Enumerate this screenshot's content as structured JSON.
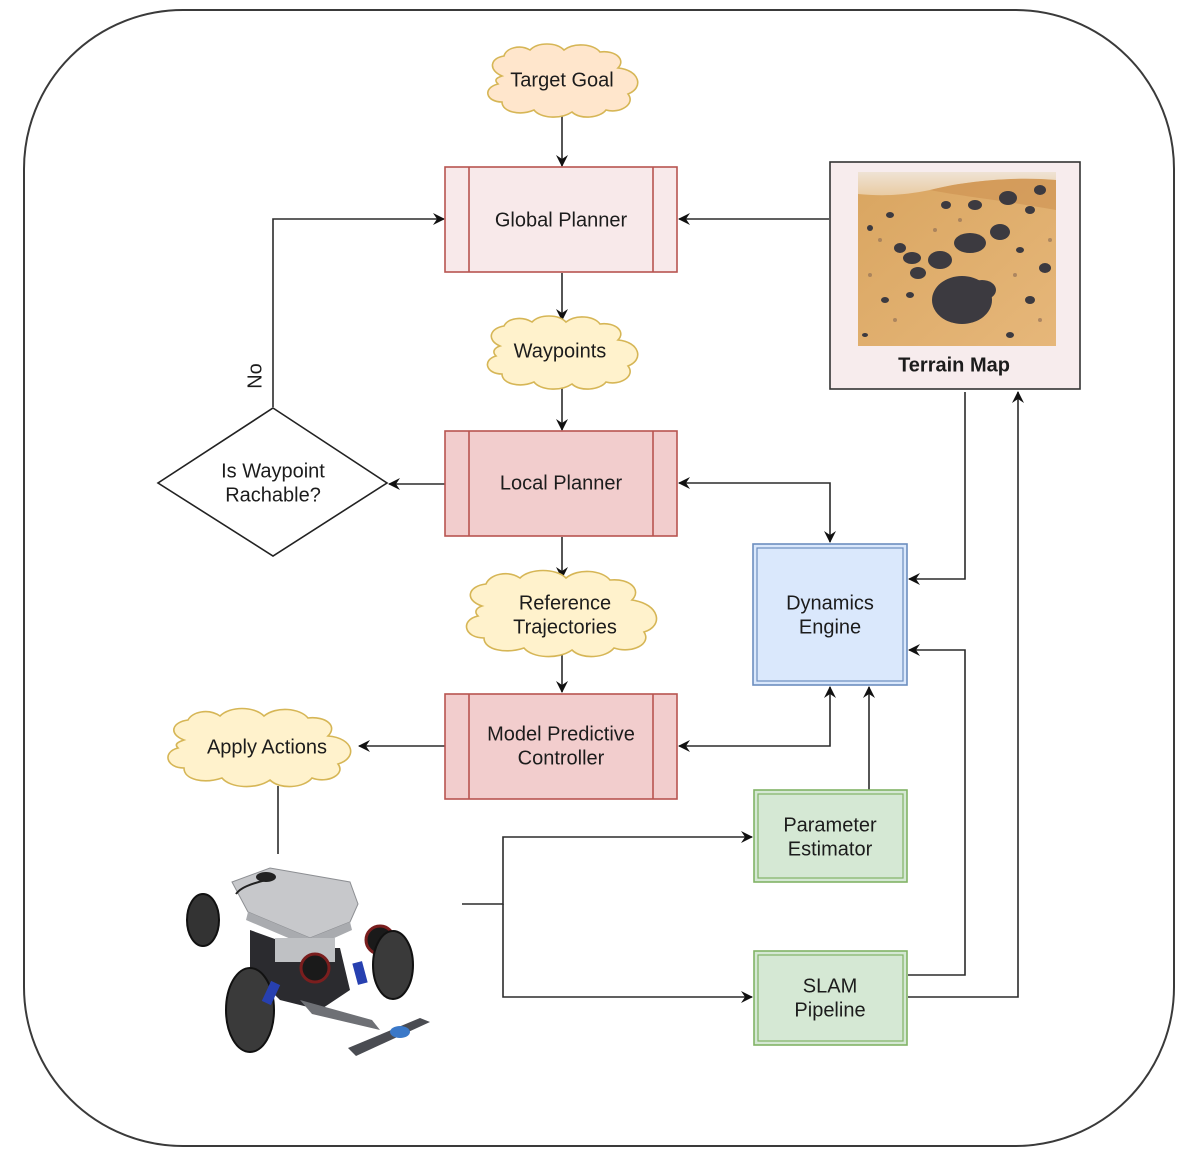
{
  "diagram": {
    "nodes": {
      "target_goal": {
        "label": "Target Goal",
        "shape": "cloud"
      },
      "global_planner": {
        "label": "Global Planner",
        "shape": "process"
      },
      "waypoints": {
        "label": "Waypoints",
        "shape": "cloud"
      },
      "local_planner": {
        "label": "Local Planner",
        "shape": "process"
      },
      "decision": {
        "lines": [
          "Is Waypoint",
          "Rachable?"
        ],
        "shape": "diamond"
      },
      "reference_trajectories": {
        "lines": [
          "Reference",
          "Trajectories"
        ],
        "shape": "cloud"
      },
      "mpc": {
        "lines": [
          "Model Predictive",
          "Controller"
        ],
        "shape": "process"
      },
      "apply_actions": {
        "label": "Apply Actions",
        "shape": "cloud"
      },
      "terrain_map": {
        "label": "Terrain Map",
        "shape": "image-box",
        "image": "martian-terrain-photo"
      },
      "dynamics_engine": {
        "lines": [
          "Dynamics",
          "Engine"
        ],
        "shape": "double-box"
      },
      "parameter_estimator": {
        "lines": [
          "Parameter",
          "Estimator"
        ],
        "shape": "double-box"
      },
      "slam_pipeline": {
        "lines": [
          "SLAM",
          "Pipeline"
        ],
        "shape": "double-box"
      },
      "robot": {
        "image": "rc-car-robot-photo"
      }
    },
    "edge_labels": {
      "no": "No"
    },
    "edges": [
      {
        "from": "Target Goal",
        "to": "Global Planner"
      },
      {
        "from": "Terrain Map",
        "to": "Global Planner"
      },
      {
        "from": "Global Planner",
        "to": "Waypoints"
      },
      {
        "from": "Waypoints",
        "to": "Local Planner"
      },
      {
        "from": "Local Planner",
        "to": "Is Waypoint Rachable?"
      },
      {
        "from": "Is Waypoint Rachable?",
        "to": "Global Planner",
        "label": "No"
      },
      {
        "from": "Local Planner",
        "to": "Dynamics Engine",
        "bidirectional": true
      },
      {
        "from": "Local Planner",
        "to": "Reference Trajectories"
      },
      {
        "from": "Reference Trajectories",
        "to": "Model Predictive Controller"
      },
      {
        "from": "Model Predictive Controller",
        "to": "Dynamics Engine",
        "bidirectional": true
      },
      {
        "from": "Model Predictive Controller",
        "to": "Apply Actions"
      },
      {
        "from": "Apply Actions",
        "to": "Robot"
      },
      {
        "from": "Robot",
        "to": "Parameter Estimator"
      },
      {
        "from": "Robot",
        "to": "SLAM Pipeline"
      },
      {
        "from": "Parameter Estimator",
        "to": "Dynamics Engine"
      },
      {
        "from": "Terrain Map",
        "to": "Dynamics Engine"
      },
      {
        "from": "SLAM Pipeline",
        "to": "Dynamics Engine"
      },
      {
        "from": "SLAM Pipeline",
        "to": "Terrain Map"
      }
    ],
    "colors": {
      "cloud_fill": "#ffe6cc",
      "cloud_stroke": "#d6b656",
      "cloud2_fill": "#fff2cc",
      "process_light_fill": "#f8e9ea",
      "process_fill": "#f2cdcd",
      "process_stroke": "#b85450",
      "blue_fill": "#dae8fc",
      "blue_stroke": "#6c8ebf",
      "green_fill": "#d5e8d4",
      "green_stroke": "#82b366",
      "terrain_box_fill": "#f7eced"
    }
  }
}
